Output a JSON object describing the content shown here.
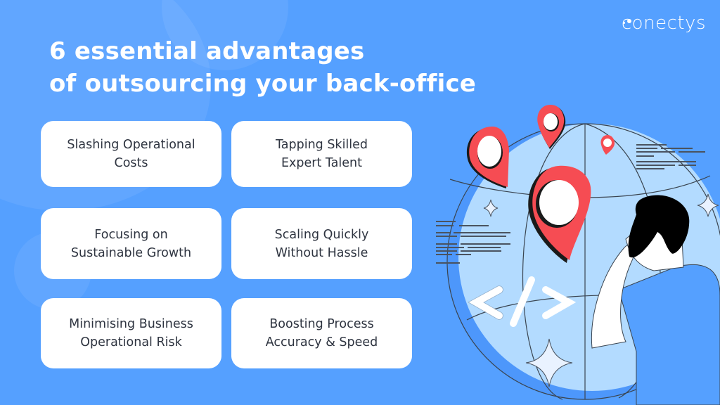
{
  "brand": {
    "logo_text": "conectys"
  },
  "header": {
    "title_line1": "6 essential advantages",
    "title_line2": "of outsourcing your back-office"
  },
  "advantages": [
    {
      "line1": "Slashing Operational",
      "line2": "Costs"
    },
    {
      "line1": "Tapping Skilled",
      "line2": "Expert Talent"
    },
    {
      "line1": "Focusing on",
      "line2": "Sustainable Growth"
    },
    {
      "line1": "Scaling Quickly",
      "line2": "Without Hassle"
    },
    {
      "line1": "Minimising Business",
      "line2": "Operational Risk"
    },
    {
      "line1": "Boosting Process",
      "line2": "Accuracy & Speed"
    }
  ],
  "illustration": {
    "subject": "person-looking-at-globe-with-location-pins",
    "code_symbol": "</>",
    "icons": [
      "globe-icon",
      "location-pin-icon",
      "code-brackets-icon",
      "sparkle-icon",
      "person-icon"
    ]
  },
  "colors": {
    "background": "#55a0ff",
    "globe": "#b3dbff",
    "pin": "#f64c53",
    "card": "#ffffff",
    "card_text": "#2e3440",
    "title_text": "#ffffff"
  }
}
